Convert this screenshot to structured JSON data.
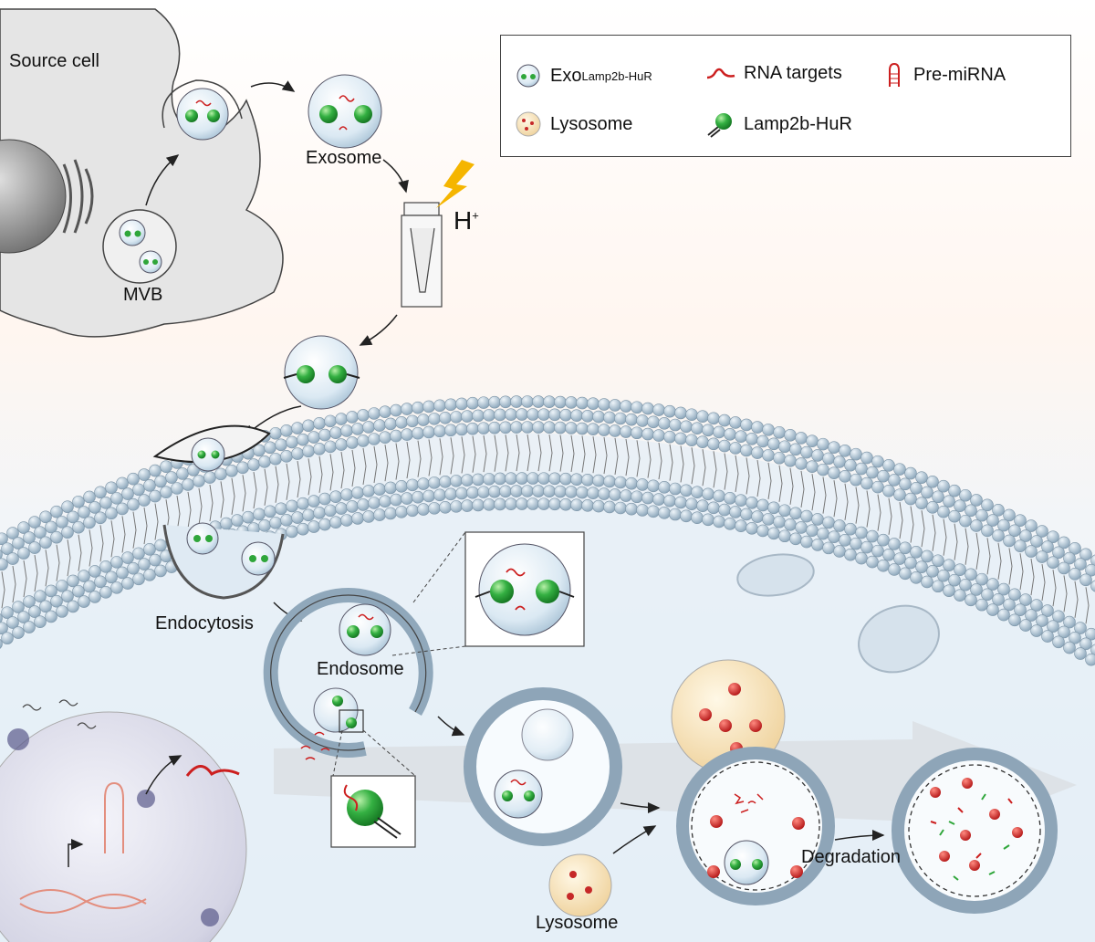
{
  "labels": {
    "source_cell": "Source cell",
    "exosome": "Exosome",
    "mvb": "MVB",
    "h_plus": "H",
    "h_plus_sup": "+",
    "endocytosis": "Endocytosis",
    "endosome": "Endosome",
    "lysosome": "Lysosome",
    "degradation": "Degradation"
  },
  "legend": {
    "exo_label": "Exo",
    "exo_sup": "Lamp2b-HuR",
    "rna_targets": "RNA targets",
    "pre_mirna": "Pre-miRNA",
    "lysosome": "Lysosome",
    "lamp2b_hur": "Lamp2b-HuR"
  },
  "colors": {
    "membrane_bead": "#a9bfd0",
    "vesicle_fill": "#cfe2ef",
    "green_protein": "#2fa63a",
    "rna_red": "#cc1f1f",
    "lysosome_fill": "#f3ddb0",
    "lysosome_dot": "#c62828",
    "cell_gray": "#e3e3e3",
    "bg_top": "#fff7f2",
    "bg_bottom": "#e8f1f8"
  }
}
